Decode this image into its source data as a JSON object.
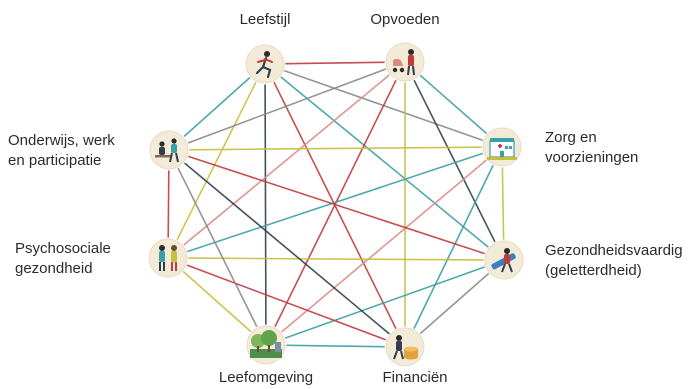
{
  "nodes": [
    {
      "id": "leefstijl",
      "label_lines": [
        "Leefstijl"
      ],
      "icon": "running-person-icon"
    },
    {
      "id": "opvoeden",
      "label_lines": [
        "Opvoeden"
      ],
      "icon": "parent-with-stroller-icon"
    },
    {
      "id": "zorg",
      "label_lines": [
        "Zorg en",
        "voorzieningen"
      ],
      "icon": "hospital-building-icon"
    },
    {
      "id": "gezondheidsvaardig",
      "label_lines": [
        "Gezondheidsvaardig",
        "(geletterdheid)"
      ],
      "icon": "person-with-pencil-icon"
    },
    {
      "id": "financien",
      "label_lines": [
        "Financiën"
      ],
      "icon": "person-with-coins-icon"
    },
    {
      "id": "leefomgeving",
      "label_lines": [
        "Leefomgeving"
      ],
      "icon": "trees-and-buildings-icon"
    },
    {
      "id": "psychosociale",
      "label_lines": [
        "Psychosociale",
        "gezondheid"
      ],
      "icon": "people-talking-icon"
    },
    {
      "id": "onderwijs",
      "label_lines": [
        "Onderwijs, werk",
        "en participatie"
      ],
      "icon": "classroom-people-icon"
    }
  ],
  "edges": [
    {
      "from": "leefstijl",
      "to": "opvoeden",
      "color": "#c23b3b"
    },
    {
      "from": "leefstijl",
      "to": "zorg",
      "color": "#8a8a8a"
    },
    {
      "from": "leefstijl",
      "to": "gezondheidsvaardig",
      "color": "#3a9fa6"
    },
    {
      "from": "leefstijl",
      "to": "financien",
      "color": "#c23b3b"
    },
    {
      "from": "leefstijl",
      "to": "leefomgeving",
      "color": "#2f3e50"
    },
    {
      "from": "leefstijl",
      "to": "psychosociale",
      "color": "#c8be3c"
    },
    {
      "from": "leefstijl",
      "to": "onderwijs",
      "color": "#3a9fa6"
    },
    {
      "from": "opvoeden",
      "to": "zorg",
      "color": "#3a9fa6"
    },
    {
      "from": "opvoeden",
      "to": "gezondheidsvaardig",
      "color": "#2f3e50"
    },
    {
      "from": "opvoeden",
      "to": "financien",
      "color": "#c8be3c"
    },
    {
      "from": "opvoeden",
      "to": "leefomgeving",
      "color": "#c23b3b"
    },
    {
      "from": "opvoeden",
      "to": "psychosociale",
      "color": "#d98b83"
    },
    {
      "from": "opvoeden",
      "to": "onderwijs",
      "color": "#8a8a8a"
    },
    {
      "from": "zorg",
      "to": "gezondheidsvaardig",
      "color": "#c8be3c"
    },
    {
      "from": "zorg",
      "to": "financien",
      "color": "#3a9fa6"
    },
    {
      "from": "zorg",
      "to": "leefomgeving",
      "color": "#d98b83"
    },
    {
      "from": "zorg",
      "to": "psychosociale",
      "color": "#3a9fa6"
    },
    {
      "from": "zorg",
      "to": "onderwijs",
      "color": "#c8be3c"
    },
    {
      "from": "gezondheidsvaardig",
      "to": "financien",
      "color": "#8a8a8a"
    },
    {
      "from": "gezondheidsvaardig",
      "to": "leefomgeving",
      "color": "#3a9fa6"
    },
    {
      "from": "gezondheidsvaardig",
      "to": "psychosociale",
      "color": "#c8be3c"
    },
    {
      "from": "gezondheidsvaardig",
      "to": "onderwijs",
      "color": "#c23b3b"
    },
    {
      "from": "financien",
      "to": "leefomgeving",
      "color": "#3a9fa6"
    },
    {
      "from": "financien",
      "to": "psychosociale",
      "color": "#c23b3b"
    },
    {
      "from": "financien",
      "to": "onderwijs",
      "color": "#2f3e50"
    },
    {
      "from": "leefomgeving",
      "to": "psychosociale",
      "color": "#c8be3c"
    },
    {
      "from": "leefomgeving",
      "to": "onderwijs",
      "color": "#8a8a8a"
    },
    {
      "from": "psychosociale",
      "to": "onderwijs",
      "color": "#c23b3b"
    }
  ]
}
